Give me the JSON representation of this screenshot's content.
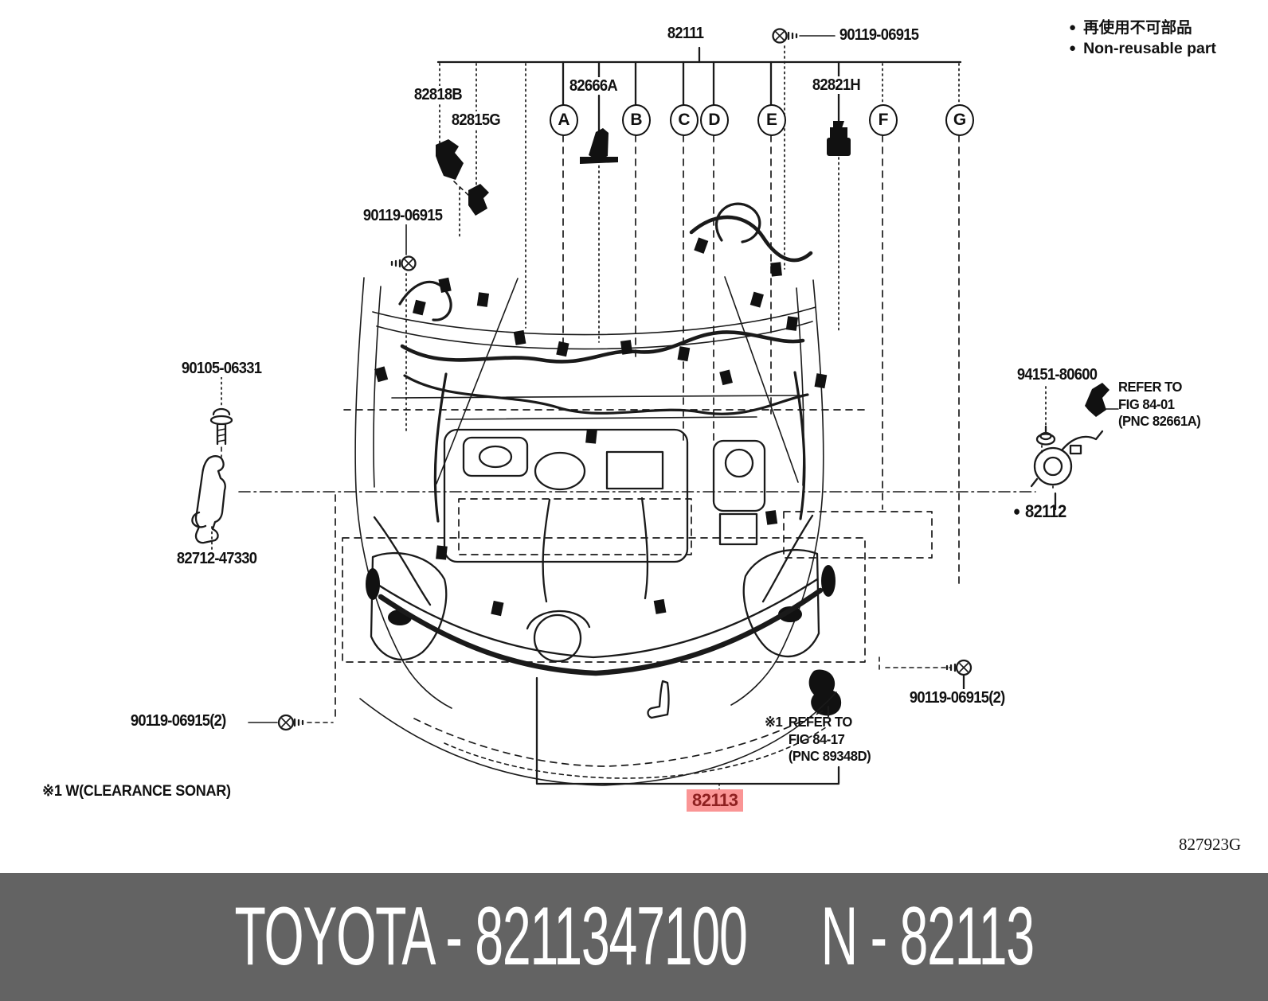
{
  "legend": {
    "bullet": "●",
    "jp": "再使用不可部品",
    "en": "Non-reusable part"
  },
  "callouts": [
    "A",
    "B",
    "C",
    "D",
    "E",
    "F",
    "G"
  ],
  "parts": {
    "p82111": "82111",
    "p90119_top": "90119-06915",
    "p82818B": "82818B",
    "p82815G": "82815G",
    "p82666A": "82666A",
    "p82821H": "82821H",
    "p90119_left": "90119-06915",
    "p90105": "90105-06331",
    "p82712": "82712-47330",
    "p94151": "94151-80600",
    "p82112_bullet": "●",
    "p82112": "82112",
    "p90119_bottom_left": "90119-06915(2)",
    "p90119_bottom_right": "90119-06915(2)",
    "p82113": "82113"
  },
  "notes": {
    "refer1": {
      "line1": "REFER TO",
      "line2": "FIG 84-01",
      "line3": "(PNC 82661A)"
    },
    "refer2": {
      "prefix": "※1",
      "line1": "REFER TO",
      "line2": "FIG 84-17",
      "line3": "(PNC 89348D)"
    },
    "clearance": "※1 W(CLEARANCE SONAR)",
    "figure_code": "827923G"
  },
  "footer": {
    "left": "TOYOTA - 8211347100",
    "right": "N - 82113"
  },
  "colors": {
    "line": "#1a1a1a",
    "highlight_bg": "#FA9595",
    "highlight_text": "#8E2020",
    "footer_bg": "#636363",
    "footer_text": "#ffffff"
  }
}
